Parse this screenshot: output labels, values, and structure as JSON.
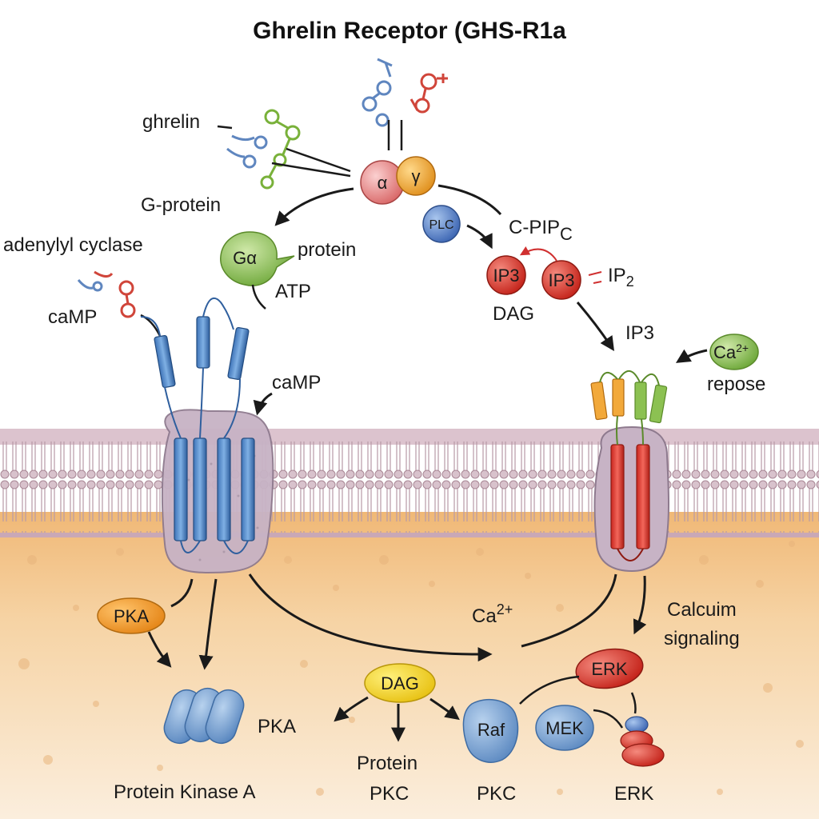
{
  "title": "Ghrelin Receptor (GHS-R1a",
  "labels": {
    "ghrelin": "ghrelin",
    "g_protein": "G-protein",
    "adenylyl_cyclase": "adenylyl cyclase",
    "camp_left": "caMP",
    "camp_mid": "caMP",
    "protein_top": "protein",
    "atp": "ATP",
    "c_pip": "C-PIP",
    "c_pip_sub": "C",
    "ip2": "IP",
    "ip2_sub": "2",
    "dag_top": "DAG",
    "ip3_right": "IP3",
    "repose": "repose",
    "ca2_mid": "Ca",
    "ca2_mid_sup": "2+",
    "calcium_signaling_1": "Calcuim",
    "calcium_signaling_2": "signaling",
    "pka_text": "PKA",
    "protein_kinase_a": "Protein Kinase A",
    "protein_bottom": "Protein",
    "pkc_bottom_left": "PKC",
    "pkc_bottom_right": "PKC",
    "erk_bottom": "ERK"
  },
  "nodes": {
    "alpha": "α",
    "gamma": "γ",
    "plc": "PLC",
    "galpha": "Gα",
    "ip3_a": "IP3",
    "ip3_b": "IP3",
    "ca2_badge": "Ca",
    "ca2_badge_sup": "2+",
    "pka_badge": "PKA",
    "dag_badge": "DAG",
    "raf": "Raf",
    "mek": "MEK",
    "erk_badge": "ERK"
  },
  "colors": {
    "alpha": "#e88a8a",
    "gamma": "#f2a93b",
    "plc": "#4f78c4",
    "galpha": "#8cc152",
    "ip3": "#e03a2f",
    "ca2": "#8cc152",
    "pka": "#f29a2e",
    "dag": "#f5d327",
    "raf": "#6b9bd1",
    "mek": "#6b9bd1",
    "erk": "#e03a2f",
    "membrane": "#c9a8b6",
    "cytoplasm": "#f3c98f"
  }
}
